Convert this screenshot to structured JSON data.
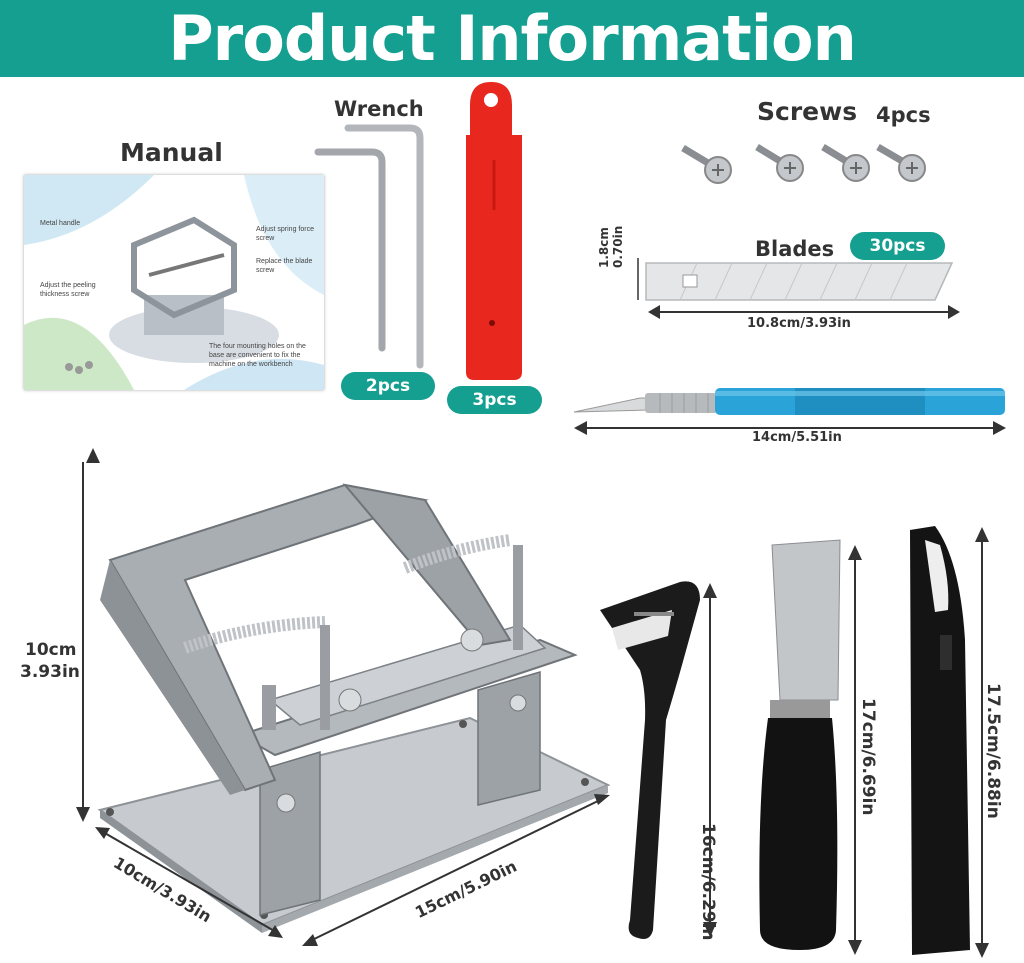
{
  "banner": {
    "title": "Product Information",
    "color": "#149f90"
  },
  "manual": {
    "label": "Manual",
    "callouts": {
      "metal_handle": "Metal handle",
      "adjust_spring": "Adjust spring force screw",
      "replace_blade": "Replace the blade screw",
      "adjust_peeling": "Adjust the peeling thickness screw",
      "mounting_holes": "The four mounting holes on the base are convenient to fix the machine on the workbench"
    }
  },
  "wrench": {
    "label": "Wrench",
    "qty": "2pcs"
  },
  "blade_holder": {
    "qty": "3pcs",
    "color": "#e8281f"
  },
  "screws": {
    "label": "Screws",
    "qty": "4pcs"
  },
  "blades": {
    "label": "Blades",
    "qty": "30pcs",
    "height_dim": "1.8cm",
    "height_dim_in": "0.70in",
    "length_dim": "10.8cm/3.93in"
  },
  "knife": {
    "length_dim": "14cm/5.51in",
    "handle_color": "#2aa4d8"
  },
  "machine": {
    "height_cm": "10cm",
    "height_in": "3.93in",
    "depth_dim": "10cm/3.93in",
    "width_dim": "15cm/5.90in"
  },
  "tools": {
    "scraper_dim": "16cm/6.29in",
    "leather_knife_dim": "17cm/6.69in",
    "groover_dim": "17.5cm/6.88in"
  }
}
